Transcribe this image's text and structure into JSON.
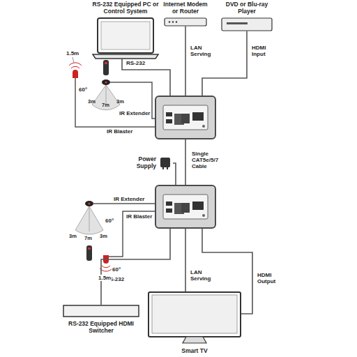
{
  "diagram": {
    "nodes": [
      {
        "text": [
          "RS-232 Equipped PC or Control System"
        ]
      },
      {
        "text": [
          "Internet Modem or Router"
        ]
      },
      {
        "text": [
          "DVD or Blu-ray Player"
        ]
      },
      {
        "text": []
      },
      {
        "text": [
          "Power Supply"
        ]
      },
      {
        "text": []
      },
      {
        "text": [
          "RS-232 Equipped HDMI Switcher"
        ]
      },
      {
        "text": [
          "Smart TV"
        ]
      }
    ],
    "edges": [
      {
        "from": 0,
        "to": 3,
        "label": "RS-232",
        "arrow": "none"
      },
      {
        "from": 1,
        "to": 3,
        "label": "LAN Serving",
        "arrow": "none"
      },
      {
        "from": 2,
        "to": 3,
        "label": "HDMI Input",
        "arrow": "none"
      },
      {
        "from": 3,
        "to": 5,
        "label": "Single CAT5e/5/7 Cable",
        "arrow": "none"
      },
      {
        "from": 4,
        "to": 5,
        "arrow": "none"
      },
      {
        "from": 5,
        "to": 6,
        "label": "RS-232",
        "arrow": "none"
      },
      {
        "from": 5,
        "to": 7,
        "label": "LAN Serving",
        "arrow": "none"
      },
      {
        "from": 5,
        "to": 7,
        "label": "HDMI Output",
        "arrow": "none"
      }
    ],
    "labels": [
      "IR Extender",
      "IR Blaster",
      "1.5m",
      "3m",
      "7m",
      "3m",
      "60°",
      "IR Extender",
      "IR Blaster",
      "60°",
      "3m",
      "7m",
      "3m",
      "60°",
      "1.5m"
    ]
  }
}
